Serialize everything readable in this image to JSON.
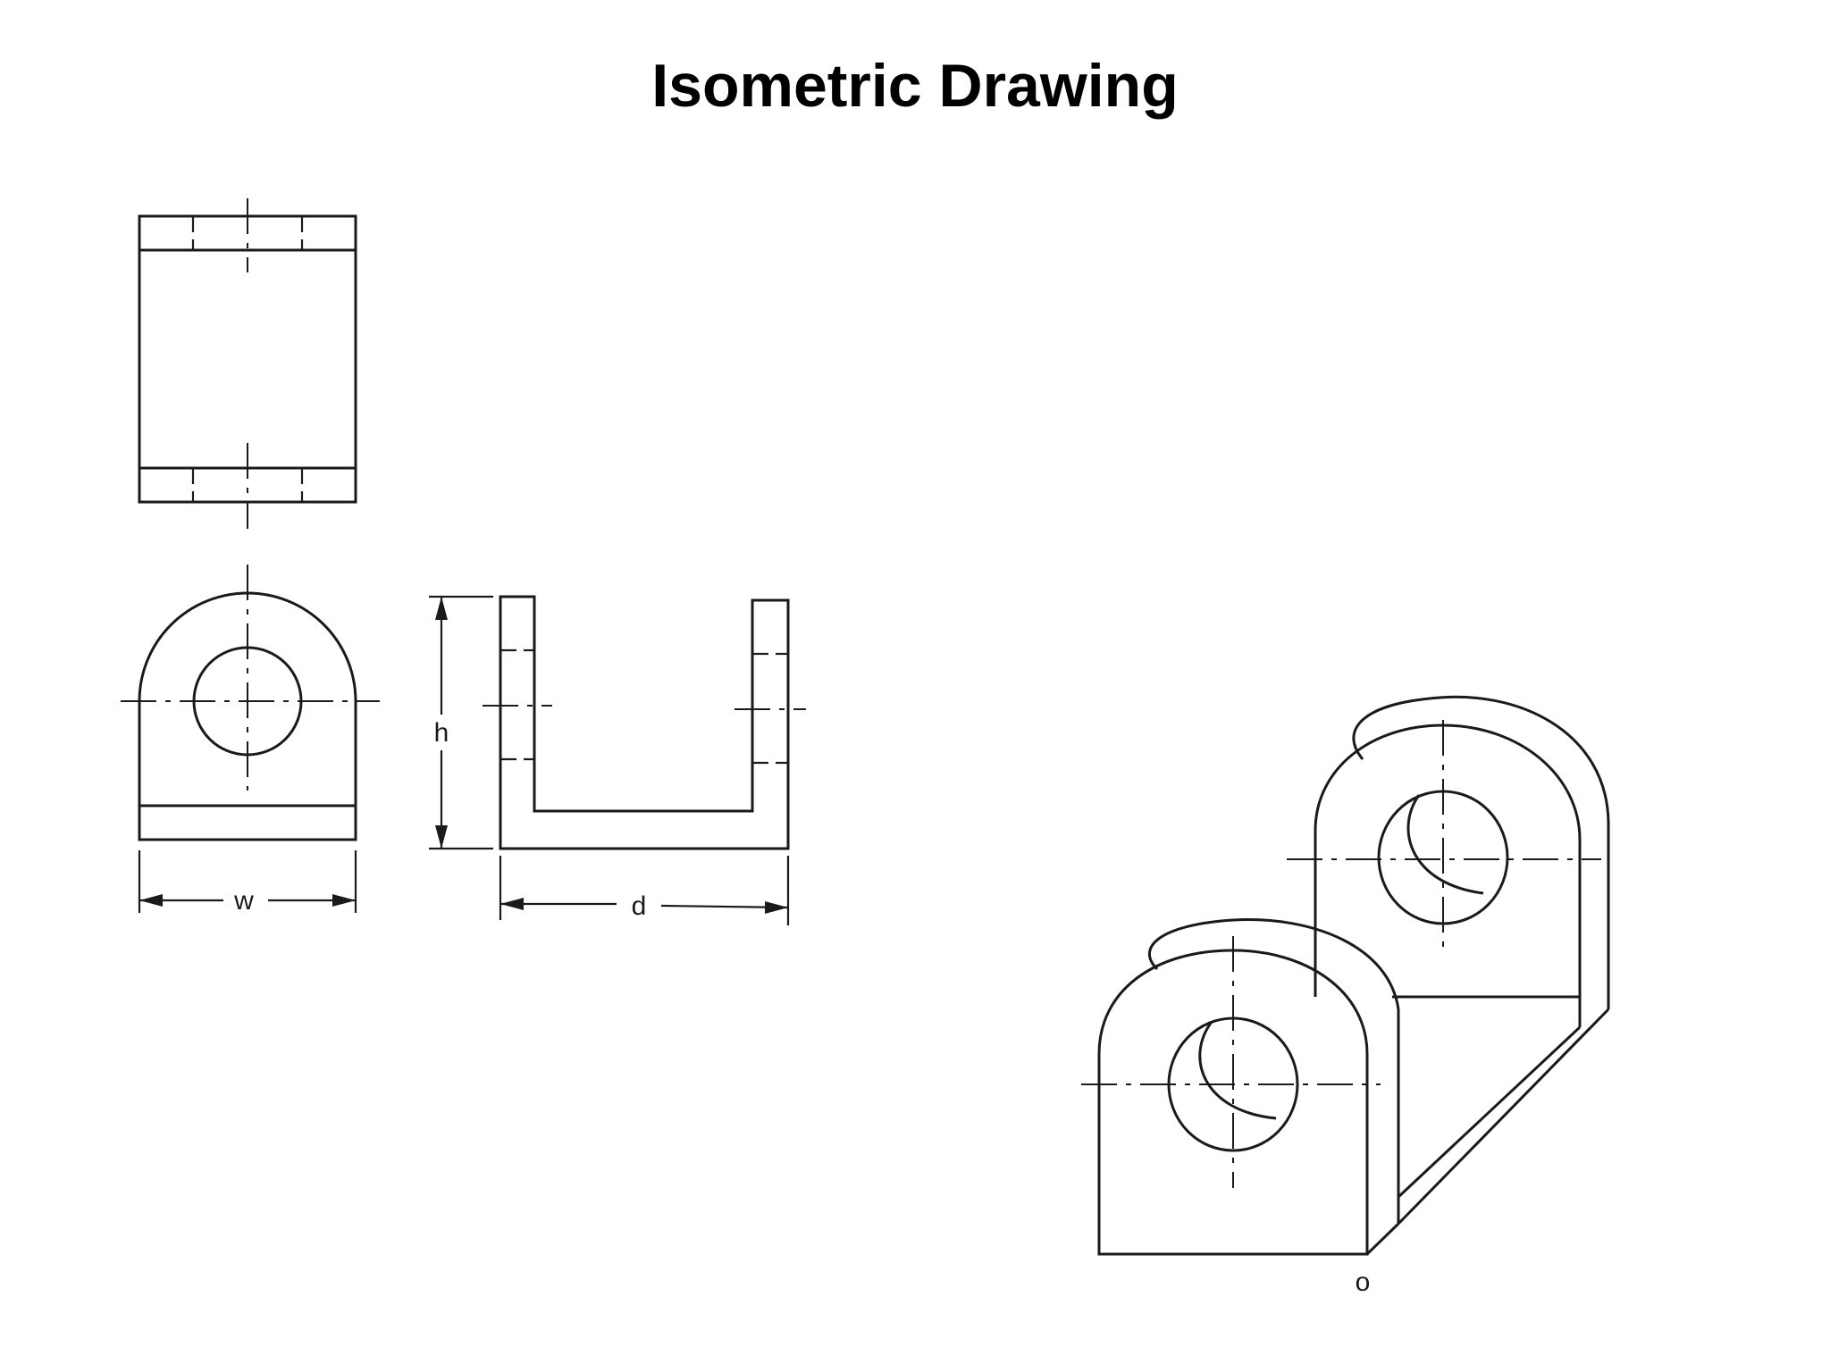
{
  "title": "Isometric Drawing",
  "dimensions": {
    "width_label": "w",
    "height_label": "h",
    "depth_label": "d"
  },
  "isometric": {
    "origin_label": "o"
  }
}
